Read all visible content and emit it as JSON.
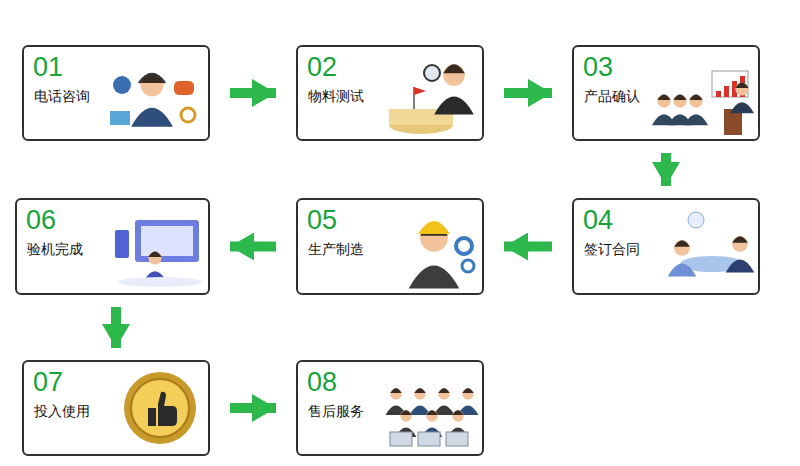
{
  "diagram": {
    "nodes": [
      {
        "text": [
          "01",
          "电话咨询"
        ]
      },
      {
        "text": [
          "02",
          "物料测试"
        ]
      },
      {
        "text": [
          "03",
          "产品确认"
        ]
      },
      {
        "text": [
          "04",
          "签订合同"
        ]
      },
      {
        "text": [
          "05",
          "生产制造"
        ]
      },
      {
        "text": [
          "06",
          "验机完成"
        ]
      },
      {
        "text": [
          "07",
          "投入使用"
        ]
      },
      {
        "text": [
          "08",
          "售后服务"
        ]
      }
    ],
    "edges": [
      {
        "from": 0,
        "to": 1,
        "arrow": "to"
      },
      {
        "from": 1,
        "to": 2,
        "arrow": "to"
      },
      {
        "from": 2,
        "to": 3,
        "arrow": "to"
      },
      {
        "from": 3,
        "to": 4,
        "arrow": "to"
      },
      {
        "from": 4,
        "to": 5,
        "arrow": "to"
      },
      {
        "from": 5,
        "to": 6,
        "arrow": "to"
      },
      {
        "from": 6,
        "to": 7,
        "arrow": "to"
      }
    ]
  }
}
